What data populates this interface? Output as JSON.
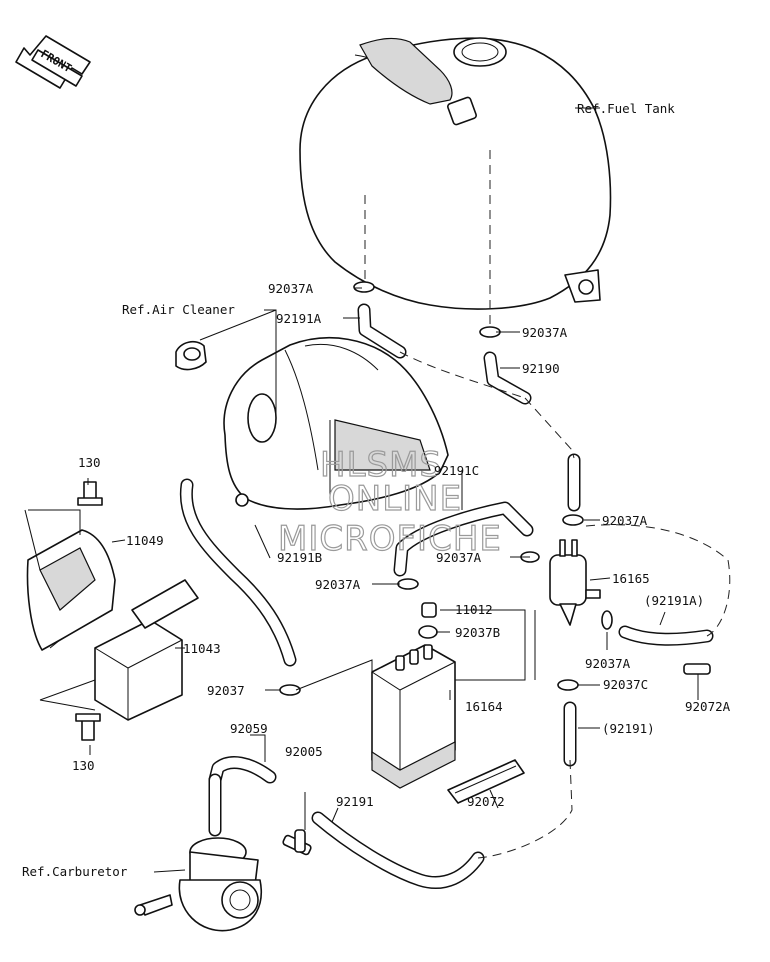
{
  "front_badge": "FRONT",
  "watermark": [
    "HLSMS",
    "ONLINE",
    "MICROFICHE"
  ],
  "labels": {
    "fuel_tank": "Ref.Fuel Tank",
    "air_cleaner": "Ref.Air Cleaner",
    "carburetor": "Ref.Carburetor",
    "p92037A_1": "92037A",
    "p92191A": "92191A",
    "p92037A_2": "92037A",
    "p92190": "92190",
    "p92191C": "92191C",
    "p92037A_3": "92037A",
    "p92037A_4": "92037A",
    "p16165": "16165",
    "p92037A_5": "92037A",
    "p11012": "11012",
    "p92037B": "92037B",
    "p92191A_paren": "(92191A)",
    "p92037A_6": "92037A",
    "p92037C": "92037C",
    "p92072A": "92072A",
    "p130_top": "130",
    "p11049": "11049",
    "p92191B": "92191B",
    "p11043": "11043",
    "p92037": "92037",
    "p16164": "16164",
    "p92191_paren": "(92191)",
    "p130_bottom": "130",
    "p92059": "92059",
    "p92005": "92005",
    "p92191": "92191",
    "p92072": "92072"
  }
}
